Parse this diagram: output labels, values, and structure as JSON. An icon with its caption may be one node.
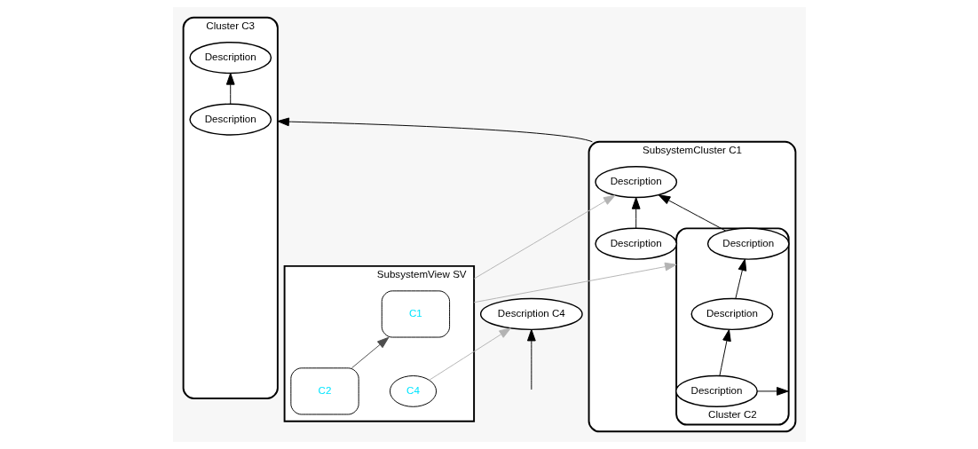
{
  "diagram": {
    "nodes": [
      {
        "text": [
          "SubsystemCluster C1"
        ]
      },
      {
        "text": [
          "Description"
        ],
        "in": 0
      },
      {
        "text": [
          "Description"
        ],
        "in": 0
      },
      {
        "text": [
          "Cluster C2"
        ],
        "in": 0
      },
      {
        "text": [
          "Description"
        ],
        "in": 3
      },
      {
        "text": [
          "Description"
        ],
        "in": 3
      },
      {
        "text": [
          "Description"
        ],
        "in": 3
      },
      {
        "text": [
          "SubsystemView SV"
        ]
      },
      {
        "text": [
          "C1"
        ],
        "in": 7
      },
      {
        "text": [
          "C2"
        ],
        "in": 7
      },
      {
        "text": [
          "C4"
        ],
        "in": 7
      },
      {
        "text": [
          "Description C4"
        ]
      },
      {
        "text": [
          "Cluster C3"
        ]
      },
      {
        "text": [
          "Description"
        ],
        "in": 12
      },
      {
        "text": [
          "Description"
        ],
        "in": 12
      }
    ],
    "edges": [
      {
        "from": 2,
        "to": 1,
        "arrow": "to"
      },
      {
        "from": 4,
        "to": 1,
        "arrow": "to"
      },
      {
        "from": 6,
        "to": 4,
        "arrow": "to"
      },
      {
        "from": 5,
        "to": 6,
        "arrow": "to"
      },
      {
        "from": 5,
        "to": 3,
        "arrow": "to"
      },
      {
        "from": 9,
        "to": 8,
        "arrow": "to",
        "color": "#4d4d4d"
      },
      {
        "from": 7,
        "to": 1,
        "arrow": "to",
        "color": "#b3b3b3"
      },
      {
        "from": 7,
        "to": 3,
        "arrow": "to",
        "color": "#b3b3b3"
      },
      {
        "from": 10,
        "to": 11,
        "arrow": "to",
        "color": "#b3b3b3"
      },
      {
        "from": null,
        "to": 11,
        "arrow": "to"
      },
      {
        "from": 0,
        "to": 12,
        "arrow": "to"
      },
      {
        "from": 13,
        "to": 14,
        "arrow": "to"
      }
    ]
  }
}
